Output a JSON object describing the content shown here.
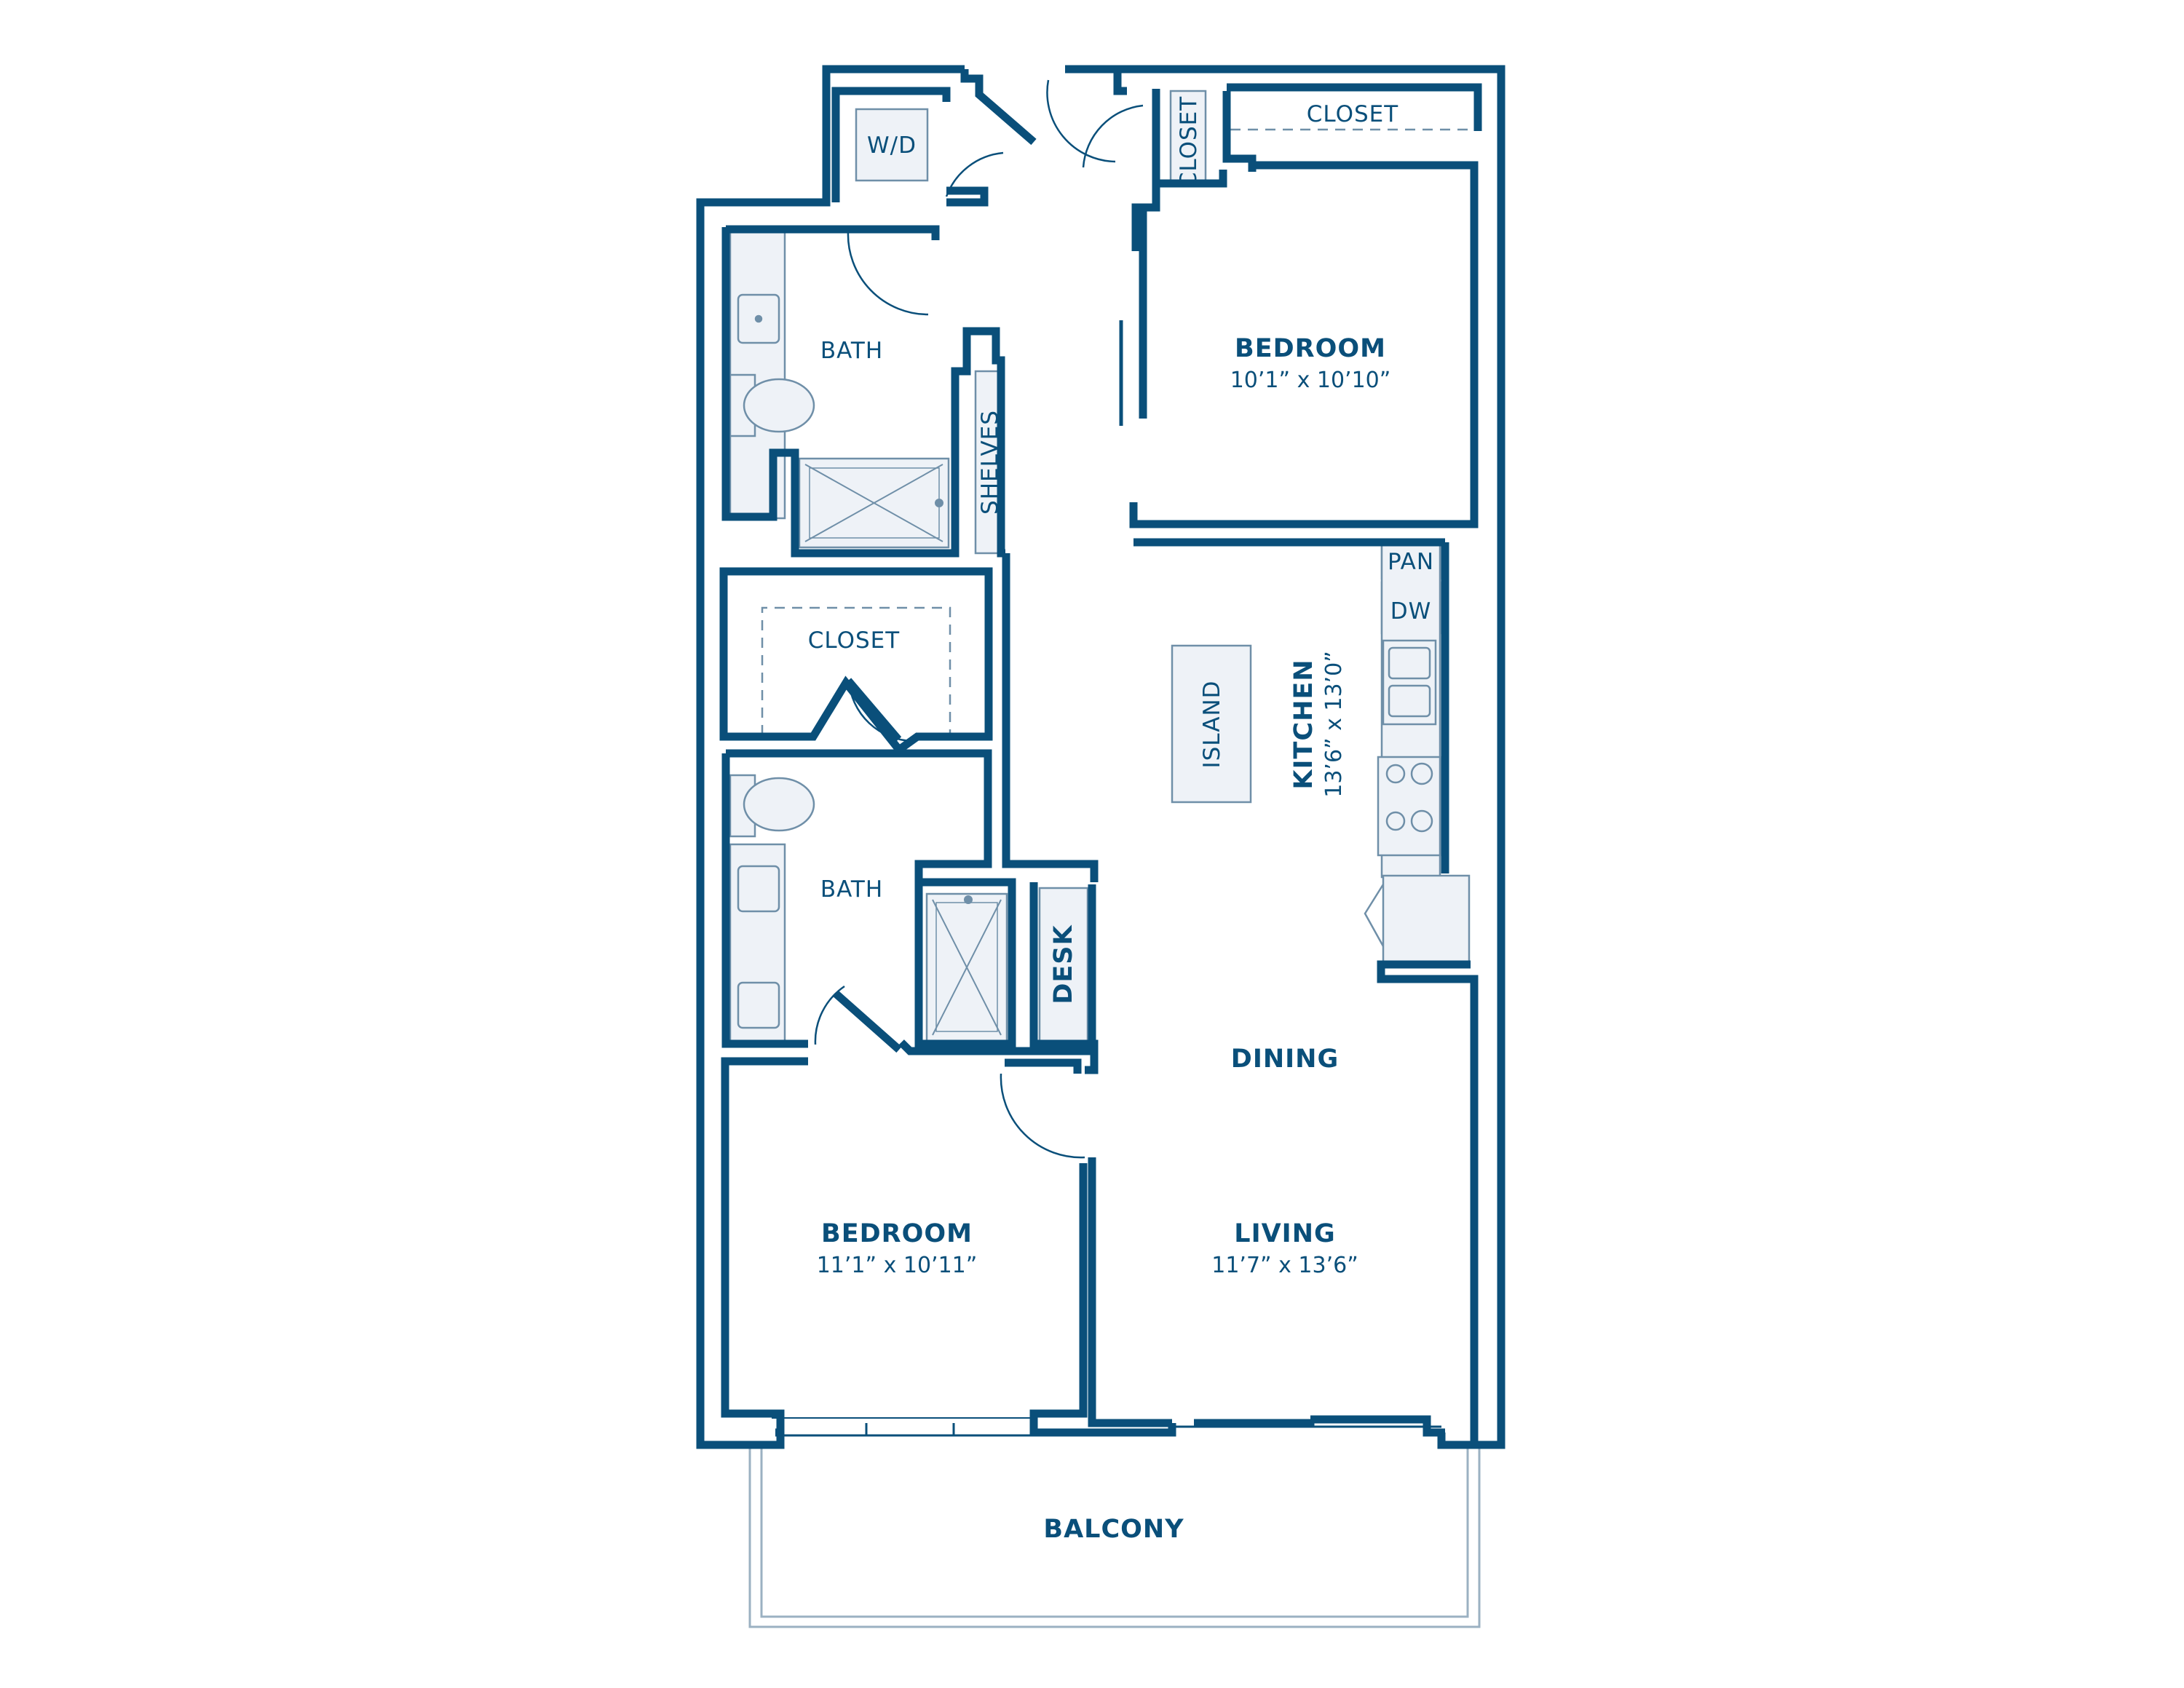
{
  "colors": {
    "wall": "#0a4f7a",
    "fixture_fill": "#eef2f7",
    "fixture_line": "#6f8fa8",
    "outline": "#9bb1c2"
  },
  "rooms": {
    "wd": "W/D",
    "closet_top": "CLOSET",
    "closet_vertical": "CLOSET",
    "bedroom_top": {
      "name": "BEDROOM",
      "size": "10’1” x 10’10”"
    },
    "bath_top": "BATH",
    "shelves": "SHELVES",
    "pan": "PAN",
    "dw": "DW",
    "closet_mid": "CLOSET",
    "island": "ISLAND",
    "kitchen": {
      "name": "KITCHEN",
      "size": "13’6” x 13’0”"
    },
    "bath_bottom": "BATH",
    "desk": "DESK",
    "dining": "DINING",
    "bedroom_bottom": {
      "name": "BEDROOM",
      "size": "11’1” x 10’11”"
    },
    "living": {
      "name": "LIVING",
      "size": "11’7” x 13’6”"
    },
    "balcony": "BALCONY"
  }
}
